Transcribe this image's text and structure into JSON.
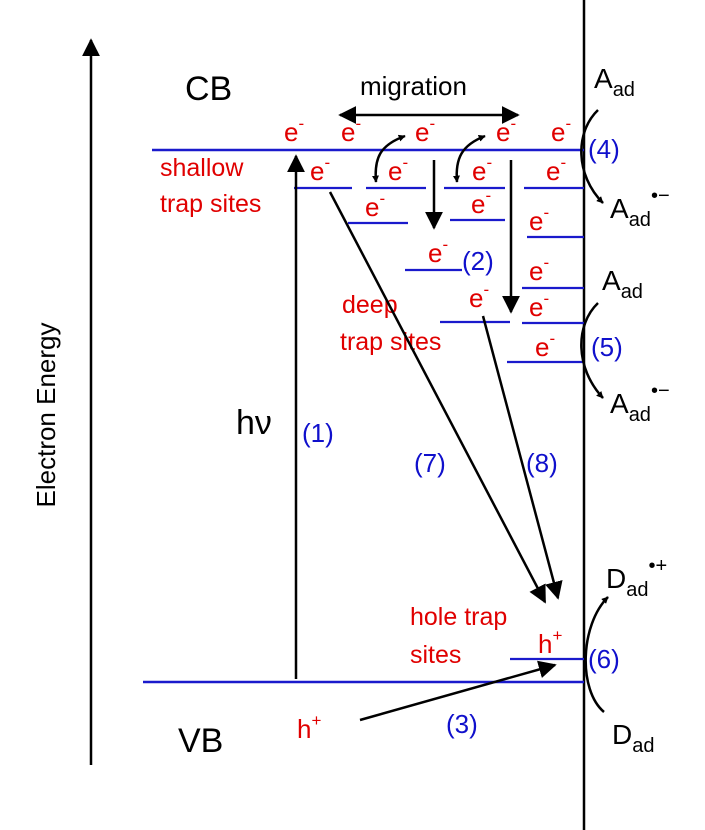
{
  "diagram": {
    "axis_label": "Electron Energy",
    "bands": {
      "cb": "CB",
      "vb": "VB"
    },
    "labels": {
      "migration": "migration",
      "shallow_line1": "shallow",
      "shallow_line2": "trap sites",
      "deep_line1": "deep",
      "deep_line2": "trap sites",
      "hole_line1": "hole trap",
      "hole_line2": "sites",
      "hv_h": "h",
      "hv_nu": "ν"
    },
    "electron": {
      "base": "e",
      "sup": "-"
    },
    "hole": {
      "base": "h",
      "sup": "+"
    },
    "steps": {
      "s1": "(1)",
      "s2": "(2)",
      "s3": "(3)",
      "s4": "(4)",
      "s5": "(5)",
      "s6": "(6)",
      "s7": "(7)",
      "s8": "(8)"
    },
    "species": {
      "acceptor_base": "A",
      "donor_base": "D",
      "sub": "ad",
      "radical_anion": "•−",
      "radical_cation": "•+"
    },
    "colors": {
      "electron_text": "#e00000",
      "step_numbers": "#1010cc",
      "levels": "#1a1acc",
      "arrows": "#000000"
    }
  }
}
